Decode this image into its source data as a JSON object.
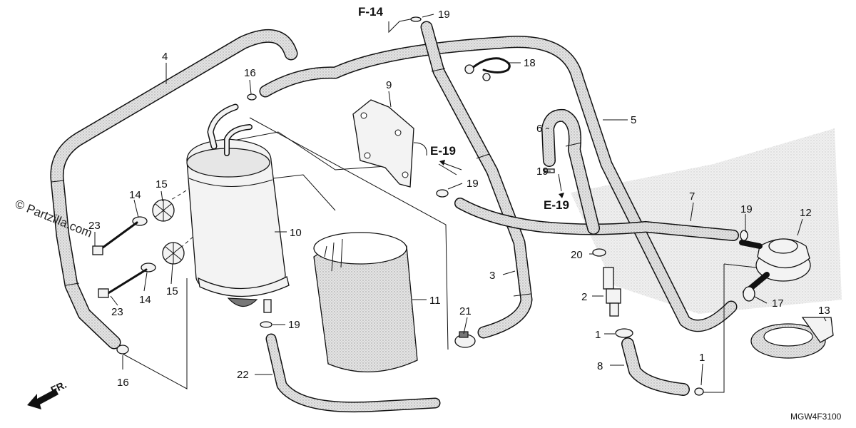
{
  "watermark": "© Partzilla.com",
  "diagram_code": "MGW4F3100",
  "front_indicator": "FR.",
  "refs": {
    "f14": "F-14",
    "e19_top": "E-19",
    "e19_bottom": "E-19"
  },
  "callouts": {
    "c1_upper": "1",
    "c1_lower": "1",
    "c2": "2",
    "c3": "3",
    "c4": "4",
    "c5": "5",
    "c6": "6",
    "c7": "7",
    "c8": "8",
    "c9": "9",
    "c10": "10",
    "c11": "11",
    "c12": "12",
    "c13": "13",
    "c14_upper": "14",
    "c14_lower": "14",
    "c15_upper": "15",
    "c15_lower": "15",
    "c16_upper": "16",
    "c16_lower": "16",
    "c17": "17",
    "c18": "18",
    "c19_top": "19",
    "c19_mid": "19",
    "c19_left": "19",
    "c19_right": "19",
    "c19_bottom": "19",
    "c20": "20",
    "c21": "21",
    "c22": "22",
    "c23_upper": "23",
    "c23_lower": "23"
  },
  "colors": {
    "line": "#111111",
    "hose_fill": "#d9d9d9",
    "background": "#ffffff"
  }
}
